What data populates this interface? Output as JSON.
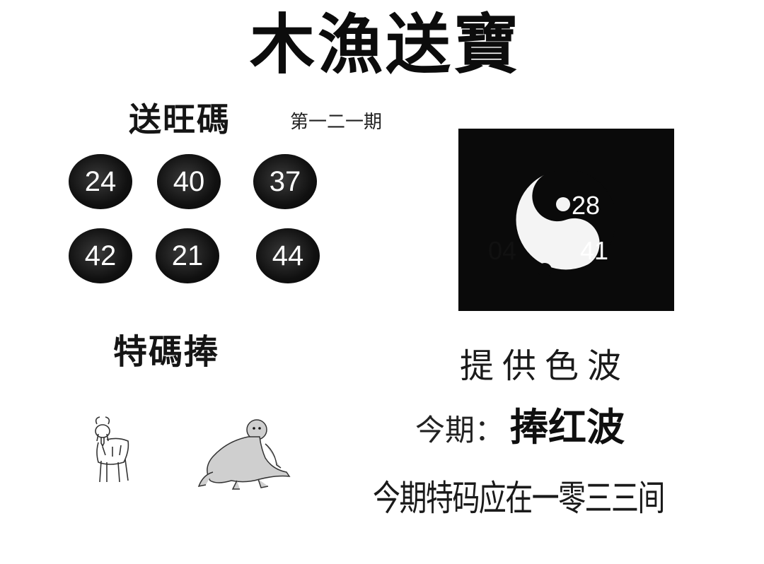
{
  "title": "木漁送寶",
  "hot_numbers": {
    "heading": "送旺碼",
    "issue": "第一二一期",
    "numbers": [
      "24",
      "40",
      "37",
      "42",
      "21",
      "44"
    ]
  },
  "special_code": {
    "heading": "特碼捧",
    "zodiac_icons": [
      "goat-icon",
      "monkey-icon"
    ]
  },
  "yinyang": {
    "numbers": [
      "28",
      "04",
      "41"
    ]
  },
  "color_wave": {
    "heading": "提供色波",
    "this_issue_label": "今期：",
    "this_issue_value": "捧红波",
    "note": "今期特码应在一零三三间"
  },
  "colors": {
    "ink": "#111111",
    "background": "#ffffff"
  }
}
